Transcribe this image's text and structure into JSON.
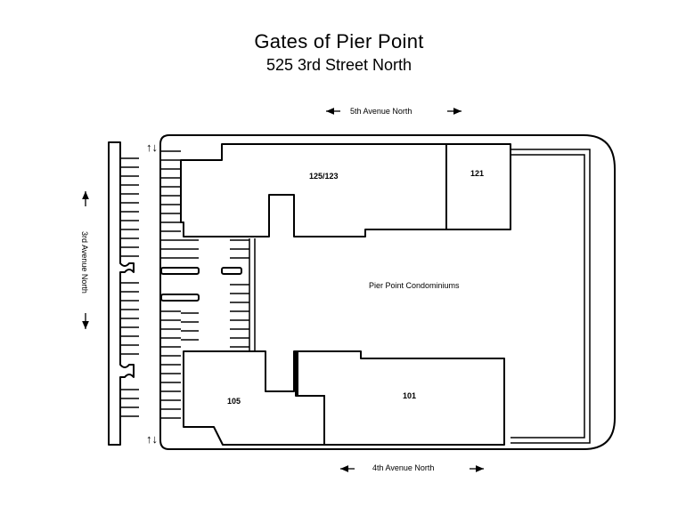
{
  "title": "Gates of Pier Point",
  "subtitle": "525 3rd Street North",
  "streets": {
    "north": "5th Avenue North",
    "south": "4th Avenue North",
    "west": "3rd Avenue North"
  },
  "units": {
    "u125_123": "125/123",
    "u121": "121",
    "u105": "105",
    "u101": "101"
  },
  "courtyard_label": "Pier Point Condominiums",
  "entrance_glyph": "↑↓"
}
